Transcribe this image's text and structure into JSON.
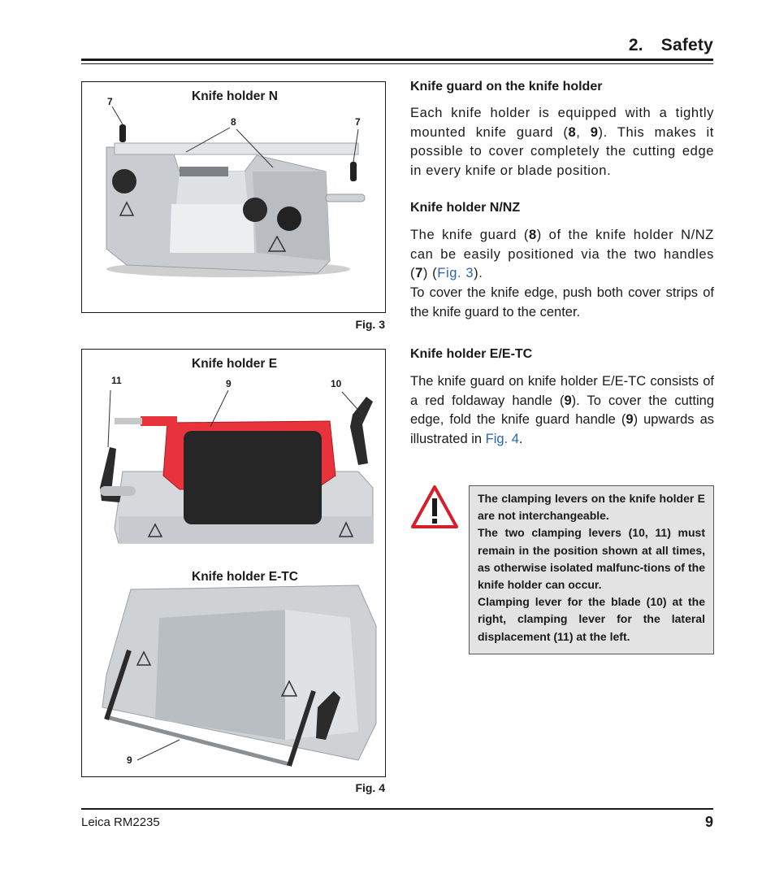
{
  "header": {
    "section_number": "2.",
    "section_title": "Safety"
  },
  "figure3": {
    "title": "Knife holder N",
    "callouts": {
      "left_handle": "7",
      "guard": "8",
      "right_handle": "7"
    },
    "caption": "Fig. 3"
  },
  "figure4": {
    "title_top": "Knife holder E",
    "callouts_top": {
      "lateral_lever": "11",
      "guard_handle": "9",
      "blade_lever": "10"
    },
    "title_bottom": "Knife holder E-TC",
    "callout_bottom": "9",
    "caption": "Fig. 4"
  },
  "text": {
    "h1": "Knife guard on the knife holder",
    "p1": {
      "a": "Each knife holder is equipped with a tightly mounted knife guard (",
      "b1": "8",
      "c": ", ",
      "b2": "9",
      "d": "). This makes it possible to cover completely the cutting edge in every knife or blade position."
    },
    "h2": "Knife holder N/NZ",
    "p2": {
      "a": "The knife guard (",
      "b1": "8",
      "c": ") of the knife holder N/NZ can be easily positioned via the two handles (",
      "b2": "7",
      "d": ") (",
      "link": "Fig. 3",
      "e": ")."
    },
    "p3": "To cover the knife edge, push both cover strips of the knife guard to the center.",
    "h3": "Knife holder E/E-TC",
    "p4": {
      "a": "The knife guard on knife holder E/E-TC consists of a red foldaway handle (",
      "b1": "9",
      "c": "). To cover the cutting edge, fold the knife guard handle (",
      "b2": "9",
      "d": ") upwards as illustrated in ",
      "link": "Fig. 4",
      "e": "."
    }
  },
  "warning": {
    "icon": "warning-triangle-icon",
    "color": "#d4202a",
    "line1": "The clamping levers on the knife holder E are not interchangeable.",
    "line2": "The two clamping levers (10, 11) must remain in the position shown at all times, as otherwise isolated malfunc-tions of the knife holder can occur.",
    "line3": "Clamping lever for the blade (10) at the right, clamping lever for the lateral displacement (11) at the left."
  },
  "footer": {
    "left": "Leica RM2235",
    "page": "9"
  }
}
